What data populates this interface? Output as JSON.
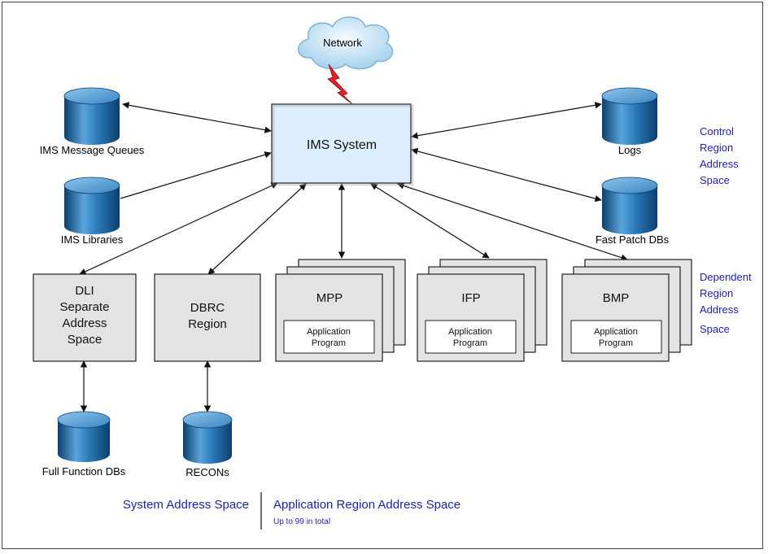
{
  "network": {
    "label": "Network"
  },
  "ims_system": {
    "label": "IMS System"
  },
  "resources": {
    "message_queues": "IMS Message Queues",
    "libraries": "IMS Libraries",
    "logs": "Logs",
    "fast_path_dbs": "Fast Patch DBs",
    "full_function_dbs": "Full Function DBs",
    "recons": "RECONs"
  },
  "regions": {
    "dli": [
      "DLI",
      "Separate",
      "Address",
      "Space"
    ],
    "dbrc": [
      "DBRC",
      "Region"
    ],
    "mpp": "MPP",
    "ifp": "IFP",
    "bmp": "BMP",
    "app_program": [
      "Application",
      "Program"
    ]
  },
  "side_labels": {
    "control": [
      "Control",
      "Region",
      "Address",
      "Space"
    ],
    "dependent": [
      "Dependent",
      "Region",
      "Address",
      "Space"
    ]
  },
  "footer": {
    "system": "System Address Space",
    "application": "Application Region Address Space",
    "application_note": "Up to 99 in total"
  },
  "colors": {
    "label_blue": "#1f1fa8",
    "ims_box_fill": "#ddeeff",
    "region_fill": "#e3e3e3",
    "cylinder_blue": "#1f6fa8"
  }
}
